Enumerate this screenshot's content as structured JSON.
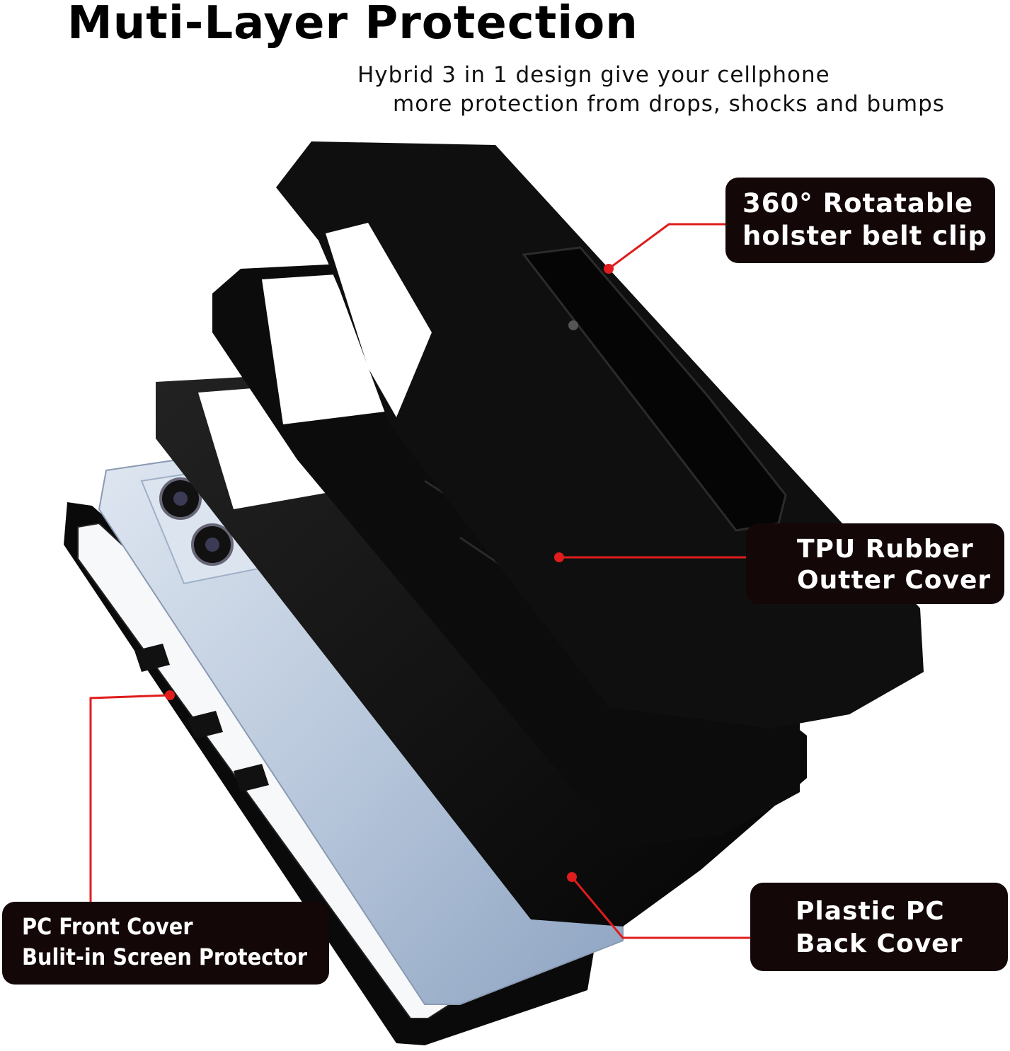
{
  "header": {
    "title": "Muti-Layer Protection",
    "subtitle_line1": "Hybrid 3 in 1 design give your cellphone",
    "subtitle_line2": "more protection from drops, shocks and bumps"
  },
  "callouts": {
    "holster": {
      "line1": "360° Rotatable",
      "line2": "holster belt clip"
    },
    "tpu": {
      "line1": "TPU Rubber",
      "line2": "Outter Cover"
    },
    "pc_front": {
      "line1": "PC Front Cover",
      "line2": "Bulit-in Screen Protector"
    },
    "pc_back": {
      "line1": "Plastic PC",
      "line2": "Back Cover"
    }
  },
  "colors": {
    "label_bg": "#140708",
    "leader_line": "#e01c1c",
    "case_black": "#0b0b0b",
    "phone_silver": "#b9c8dc"
  }
}
